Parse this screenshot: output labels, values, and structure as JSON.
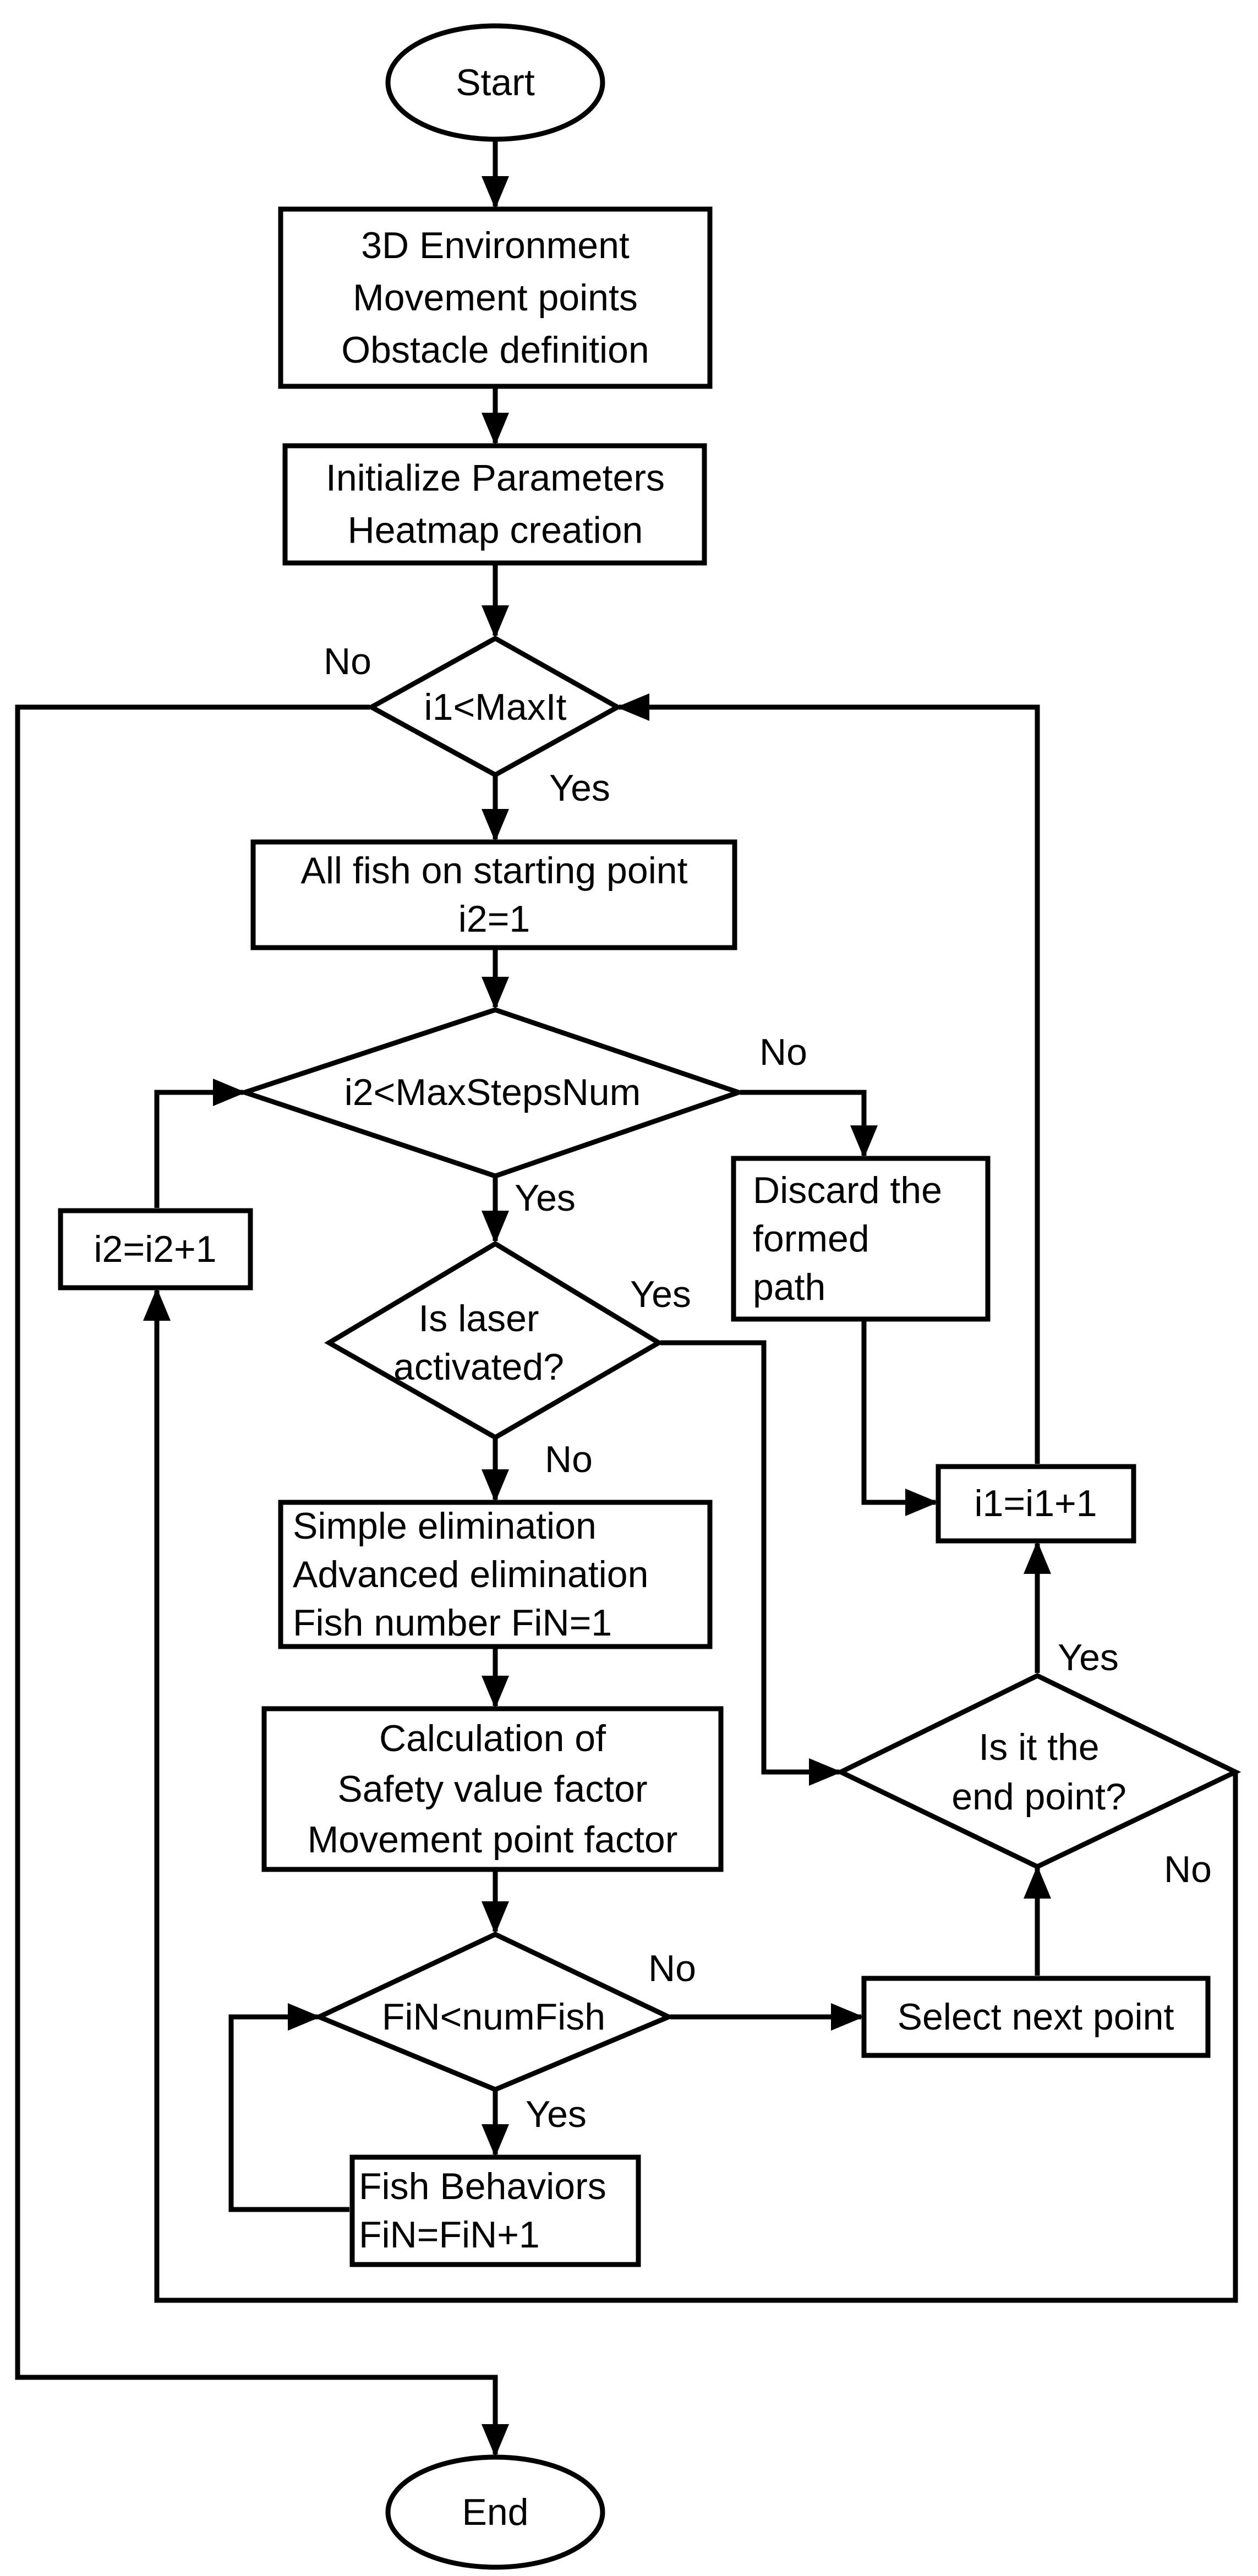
{
  "nodes": {
    "start": [
      "Start"
    ],
    "env": [
      "3D Environment",
      "Movement points",
      "Obstacle definition"
    ],
    "init": [
      "Initialize Parameters",
      "Heatmap creation"
    ],
    "loop1": [
      "i1<MaxIt"
    ],
    "allfish": [
      "All fish on starting point",
      "i2=1"
    ],
    "loop2": [
      "i2<MaxStepsNum"
    ],
    "inc2": [
      "i2=i2+1"
    ],
    "discard": [
      "Discard the",
      "formed",
      "path"
    ],
    "laser": [
      "Is laser",
      "activated?"
    ],
    "inc1": [
      "i1=i1+1"
    ],
    "elim": [
      "Simple elimination",
      "Advanced elimination",
      "Fish number FiN=1"
    ],
    "calc": [
      "Calculation of",
      "Safety value factor",
      "Movement point factor"
    ],
    "endpoint": [
      "Is it the",
      "end point?"
    ],
    "loop3": [
      "FiN<numFish"
    ],
    "select": [
      "Select next point"
    ],
    "behav": [
      "Fish Behaviors",
      "FiN=FiN+1"
    ],
    "end": [
      "End"
    ]
  },
  "edge_labels": {
    "loop1_no": "No",
    "loop1_yes": "Yes",
    "loop2_no": "No",
    "loop2_yes": "Yes",
    "laser_yes": "Yes",
    "laser_no": "No",
    "endpoint_yes": "Yes",
    "endpoint_no": "No",
    "loop3_no": "No",
    "loop3_yes": "Yes"
  },
  "colors": {
    "stroke": "#000000",
    "fill": "#ffffff",
    "text": "#000000"
  }
}
